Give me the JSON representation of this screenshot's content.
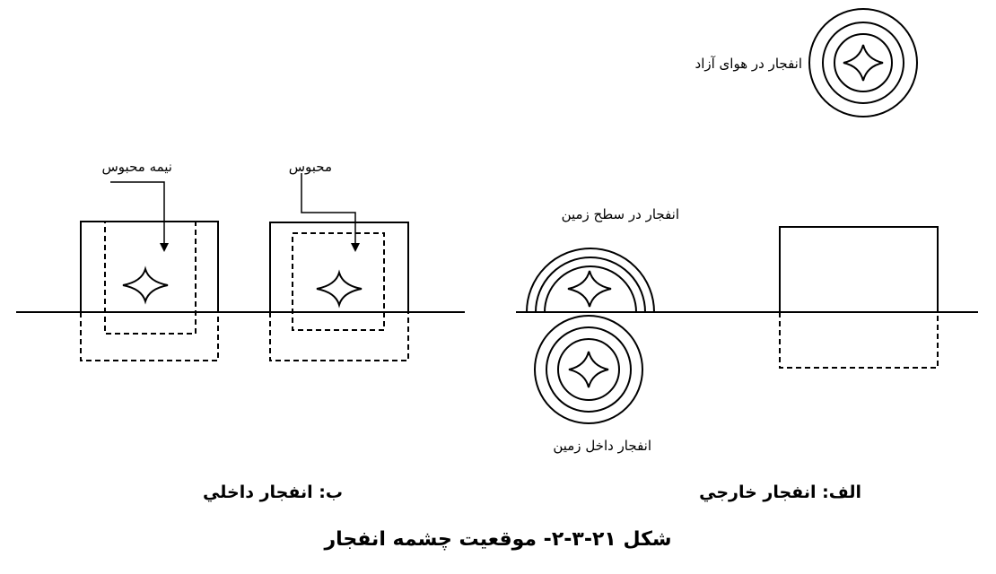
{
  "labels": {
    "free_air": "انفجار در هوای آزاد",
    "ground_surface": "انفجار در سطح زمین",
    "underground": "انفجار داخل زمین",
    "confined": "محبوس",
    "semi_confined": "نیمه محبوس"
  },
  "captions": {
    "external": "الف: انفجار خارجي",
    "internal": "ب: انفجار داخلي"
  },
  "figure_title": "شکل ۲۱-۳-۲- موقعیت چشمه انفجار",
  "colors": {
    "line": "#000000",
    "background": "#ffffff"
  }
}
